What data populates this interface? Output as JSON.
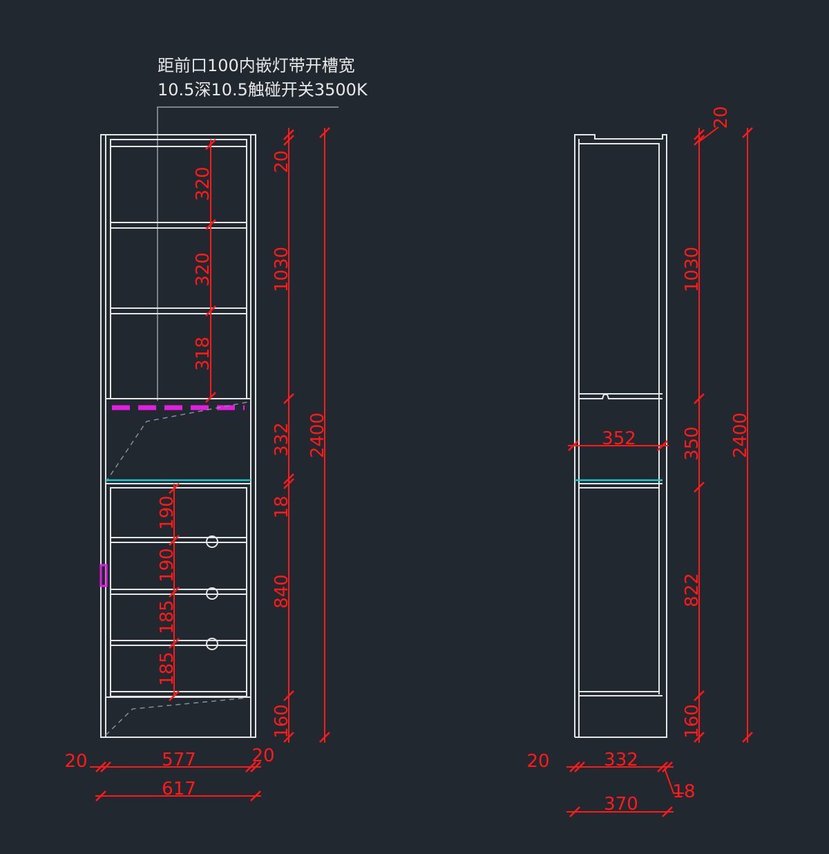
{
  "note": {
    "line1": "距前口100内嵌灯带开槽宽",
    "line2": "10.5深10.5触碰开关3500K"
  },
  "colors": {
    "background": "#212830",
    "outline": "#e6e6e6",
    "dimension": "#ff1a1a",
    "led_strip": "#e020e0",
    "glass_shelf": "#22c7cf"
  },
  "front_view": {
    "top_shelves": [
      "320",
      "320",
      "318"
    ],
    "drawers": [
      "190",
      "190",
      "185",
      "185"
    ],
    "right_chain": [
      "20",
      "1030",
      "332",
      "18",
      "840",
      "160"
    ],
    "total_height": "2400",
    "width_left_panel": "20",
    "width_inner": "577",
    "width_right_panel": "20",
    "width_total": "617"
  },
  "side_view": {
    "top_offset": "20",
    "upper_height": "1030",
    "inner_depth": "352",
    "middle_height": "350",
    "lower_height": "822",
    "plinth_height": "160",
    "total_height": "2400",
    "back_panel": "20",
    "depth_inner": "332",
    "door_thickness": "18",
    "depth_total": "370"
  }
}
